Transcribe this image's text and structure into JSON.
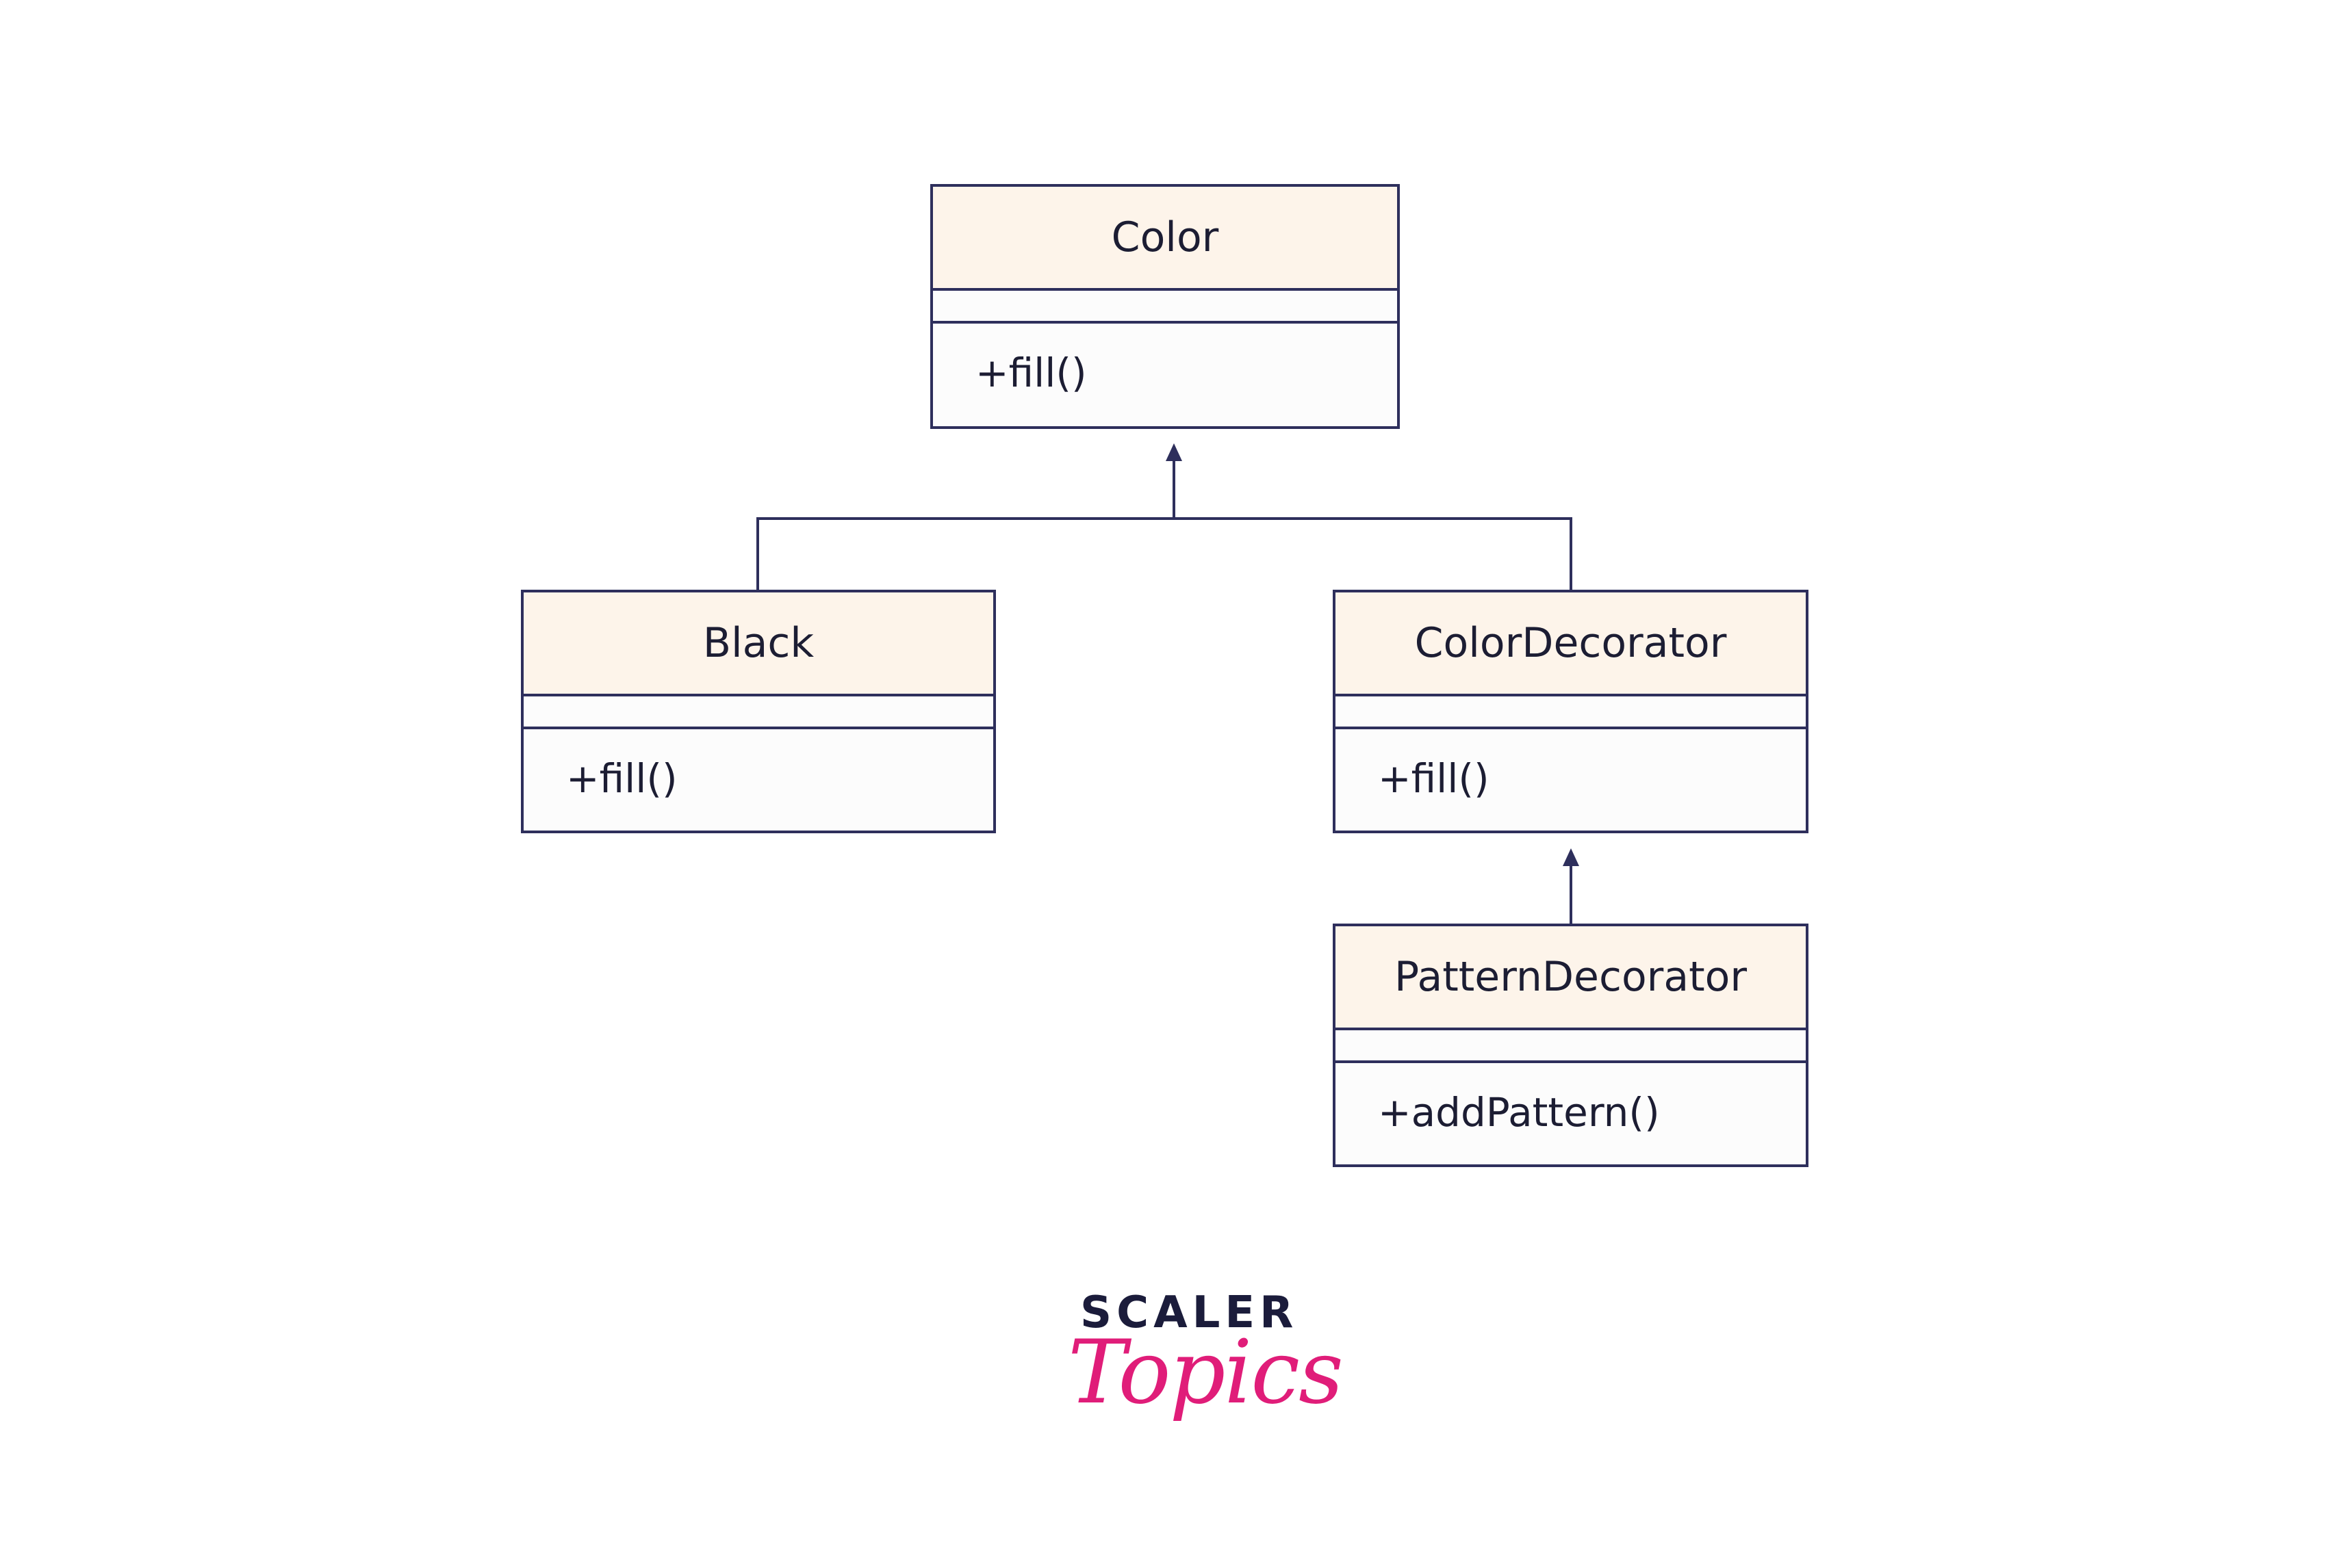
{
  "diagram": {
    "classes": [
      {
        "id": "color",
        "name": "Color",
        "operations": "+fill()"
      },
      {
        "id": "black",
        "name": "Black",
        "operations": "+fill()"
      },
      {
        "id": "color-decorator",
        "name": "ColorDecorator",
        "operations": "+fill()"
      },
      {
        "id": "pattern-decorator",
        "name": "PatternDecorator",
        "operations": "+addPattern()"
      }
    ],
    "relations": [
      {
        "type": "inheritance",
        "from": "Black",
        "to": "Color"
      },
      {
        "type": "inheritance",
        "from": "ColorDecorator",
        "to": "Color"
      },
      {
        "type": "inheritance",
        "from": "PatternDecorator",
        "to": "ColorDecorator"
      }
    ],
    "line_color": "#2e2f5c",
    "header_fill": "#fdf4ea"
  },
  "logo": {
    "top_text": "SCALER",
    "bottom_text": "Topics",
    "top_color": "#1b1c3b",
    "bottom_color": "#e01d79"
  }
}
